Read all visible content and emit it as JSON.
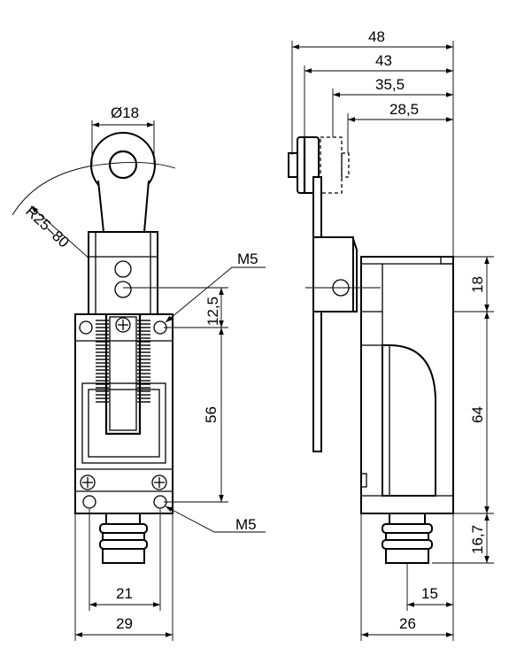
{
  "front_view": {
    "diameter_label": "Ø18",
    "radius_label": "R25–80",
    "thread_top_label": "M5",
    "thread_bottom_label": "M5",
    "dim_12_5": "12,5",
    "dim_56": "56",
    "dim_21": "21",
    "dim_29": "29"
  },
  "side_view": {
    "dim_48": "48",
    "dim_43": "43",
    "dim_35_5": "35,5",
    "dim_28_5": "28,5",
    "dim_18": "18",
    "dim_64": "64",
    "dim_16_7": "16,7",
    "dim_15": "15",
    "dim_26": "26"
  }
}
